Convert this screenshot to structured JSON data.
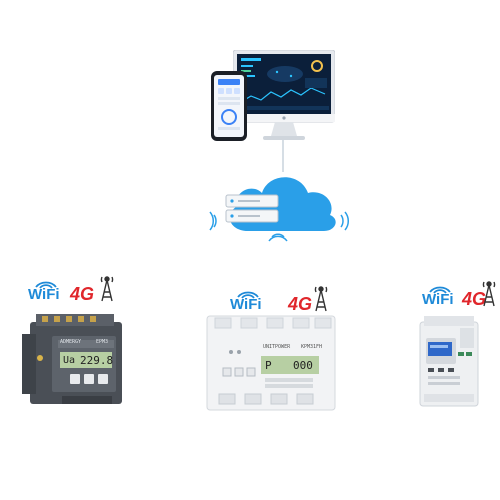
{
  "monitor": {
    "screen_color": "#0b1f3a",
    "accent": "#2bc4ff"
  },
  "phone": {
    "screen_color": "#f3f6fb"
  },
  "cloud": {
    "color": "#2a9fe8"
  },
  "badges": [
    {
      "wifi": "WiFi",
      "cellular": "4G"
    },
    {
      "wifi": "WiFi",
      "cellular": "4G"
    },
    {
      "wifi": "WiFi",
      "cellular": "4G"
    }
  ],
  "meters": {
    "left": {
      "brand": "ADMERGY",
      "model": "EPM3",
      "reading_prefix": "Ua",
      "reading": "229.8"
    },
    "center": {
      "brand": "UNITPOWER",
      "model": "KPM31FH",
      "reading_prefix": "P",
      "reading": "000"
    },
    "right": {}
  },
  "colors": {
    "wifi_blue": "#1e8ad8",
    "g4_red": "#e0262b",
    "lcd_green": "#b7cfa3",
    "lcd_blue": "#2f68c9"
  }
}
